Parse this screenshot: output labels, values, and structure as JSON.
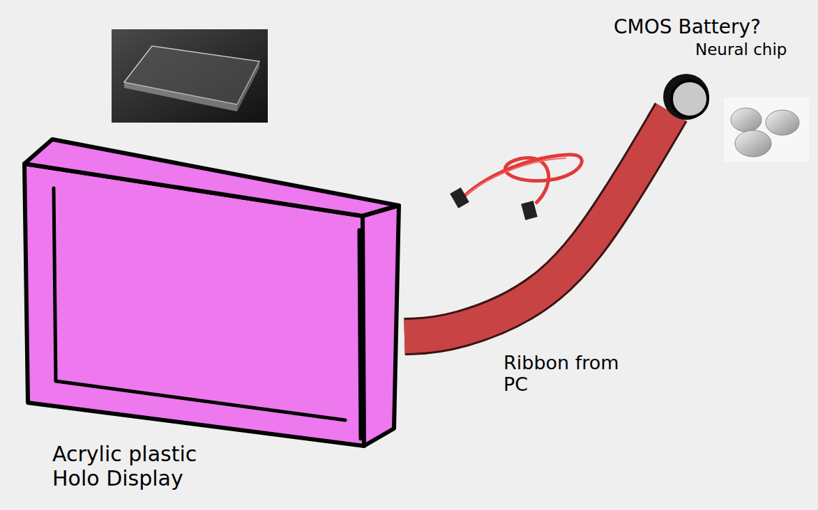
{
  "diagram": {
    "nodes": [
      {
        "text": [
          "Acrylic plastic Holo Display"
        ]
      },
      {
        "text": [
          "CMOS Battery?",
          "Neural chip"
        ]
      }
    ],
    "edges": [
      {
        "from": 0,
        "to": 1,
        "arrow": "none",
        "label": "Ribbon from PC"
      }
    ]
  }
}
